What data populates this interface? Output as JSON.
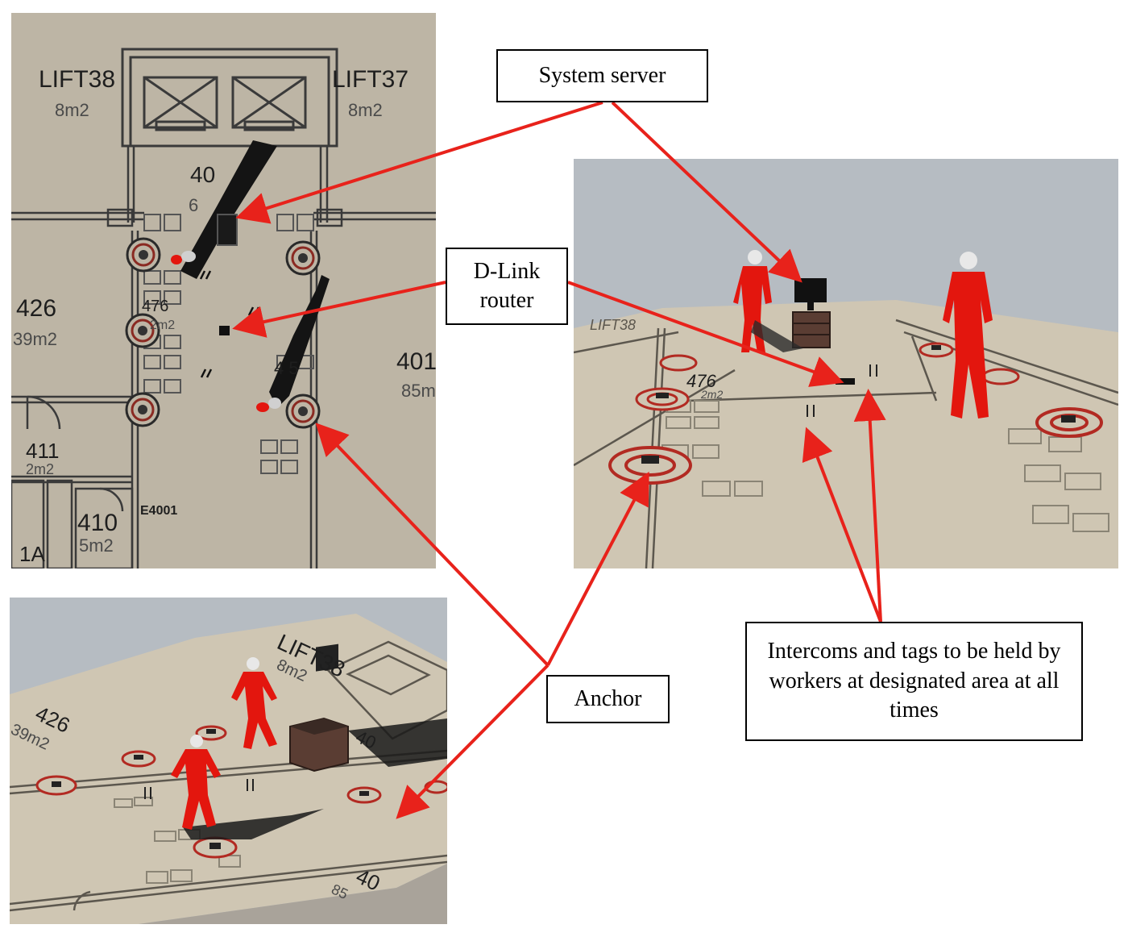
{
  "callouts": {
    "system_server": "System server",
    "dlink_router": "D-Link router",
    "anchor": "Anchor",
    "intercoms": "Intercoms and tags to be held by workers at designated area at all times"
  },
  "floorplan_labels": {
    "lift38": "LIFT38",
    "lift38_area": "8m2",
    "lift37": "LIFT37",
    "lift37_area": "8m2",
    "room40": "40",
    "room40_area": "6",
    "room426": "426",
    "room426_area": "39m2",
    "room476": "476",
    "room476_area": "2m2",
    "room401": "401",
    "room401_area": "85m",
    "room411": "411",
    "room411_area": "2m2",
    "room410": "410",
    "room410_area": "5m2",
    "e4001": "E4001",
    "room1a": "1A",
    "room4_5": "4 5"
  },
  "scene_right_labels": {
    "lift38": "LIFT38",
    "room476": "476",
    "room476_area": "2m2"
  },
  "scene_bottom_labels": {
    "lift38": "LIFT38",
    "lift38_area": "8m2",
    "room426": "426",
    "room426_area": "39m2",
    "room40": "40",
    "room401": "40",
    "room401_area": "85"
  },
  "colors": {
    "floor": "#bdb5a5",
    "floor_3d": "#cfc6b3",
    "sky": "#b6bcc2",
    "worker": "#e3160e",
    "arrow": "#e8221b",
    "anchor_ring": "#b22a22"
  }
}
